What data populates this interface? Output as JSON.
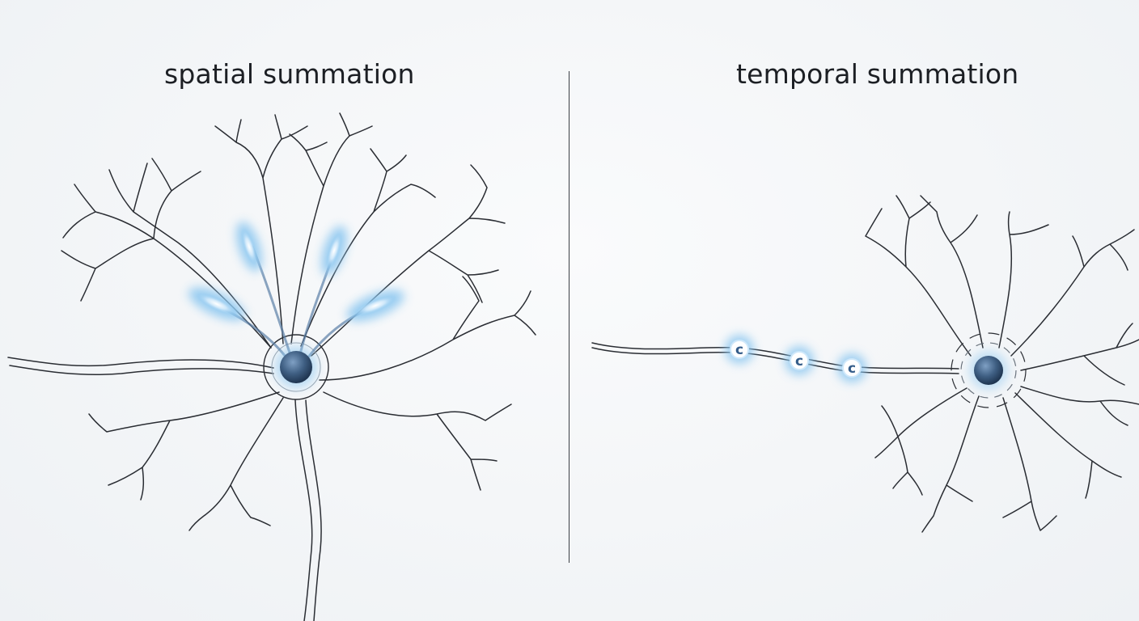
{
  "panels": {
    "left": {
      "title": "spatial summation"
    },
    "right": {
      "title": "temporal summation"
    }
  },
  "pulse_glyph": "c",
  "colors": {
    "stroke": "#2a2d33",
    "glow": "#8ec8f0",
    "nucleus": "#34506f",
    "background": "#f3f5f7"
  }
}
